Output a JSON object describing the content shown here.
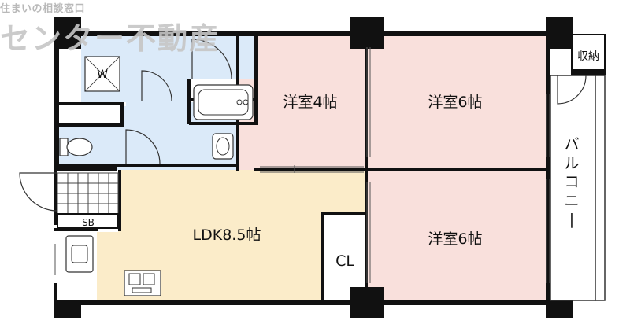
{
  "watermark": {
    "tagline": "住まいの相談窓口",
    "company": "センター不動産"
  },
  "rooms": {
    "western_4": "洋室4帖",
    "western_6_top": "洋室6帖",
    "western_6_bottom": "洋室6帖",
    "ldk": "LDK8.5帖",
    "closet": "CL",
    "balcony": "バルコニー",
    "storage": "収納",
    "washer": "W",
    "shoe_box": "SB"
  },
  "colors": {
    "bedroom_fill": "#f9e0dc",
    "ldk_fill": "#fbecc9",
    "wet_area_fill": "#dbeaf9",
    "wall": "#111111"
  }
}
